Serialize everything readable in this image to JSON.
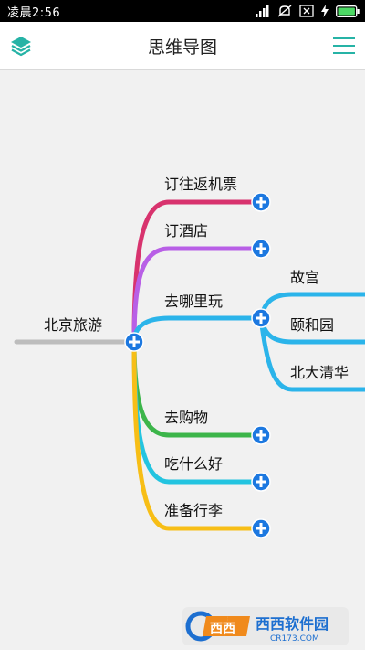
{
  "status_bar": {
    "time": "凌晨2:56",
    "icons": [
      "signal-icon",
      "mute-icon",
      "close-box-icon",
      "charging-icon",
      "battery-icon"
    ]
  },
  "app_bar": {
    "title": "思维导图",
    "left_icon": "layers-icon",
    "right_icon": "menu-icon",
    "accent_color": "#26b3a6"
  },
  "mindmap": {
    "root": "北京旅游",
    "branches": [
      {
        "label": "订往返机票",
        "color": "#d8336e"
      },
      {
        "label": "订酒店",
        "color": "#b85fe6"
      },
      {
        "label": "去哪里玩",
        "color": "#2bb4ea",
        "children": [
          "故宫",
          "颐和园",
          "北大清华"
        ]
      },
      {
        "label": "去购物",
        "color": "#3cb54a"
      },
      {
        "label": "吃什么好",
        "color": "#23c4e0"
      },
      {
        "label": "准备行李",
        "color": "#f7be16"
      }
    ],
    "root_line_color": "#bdbdbd",
    "add_button_color": "#1c78e0"
  },
  "watermark": {
    "brand": "西西软件园",
    "url": "CR173.COM"
  }
}
